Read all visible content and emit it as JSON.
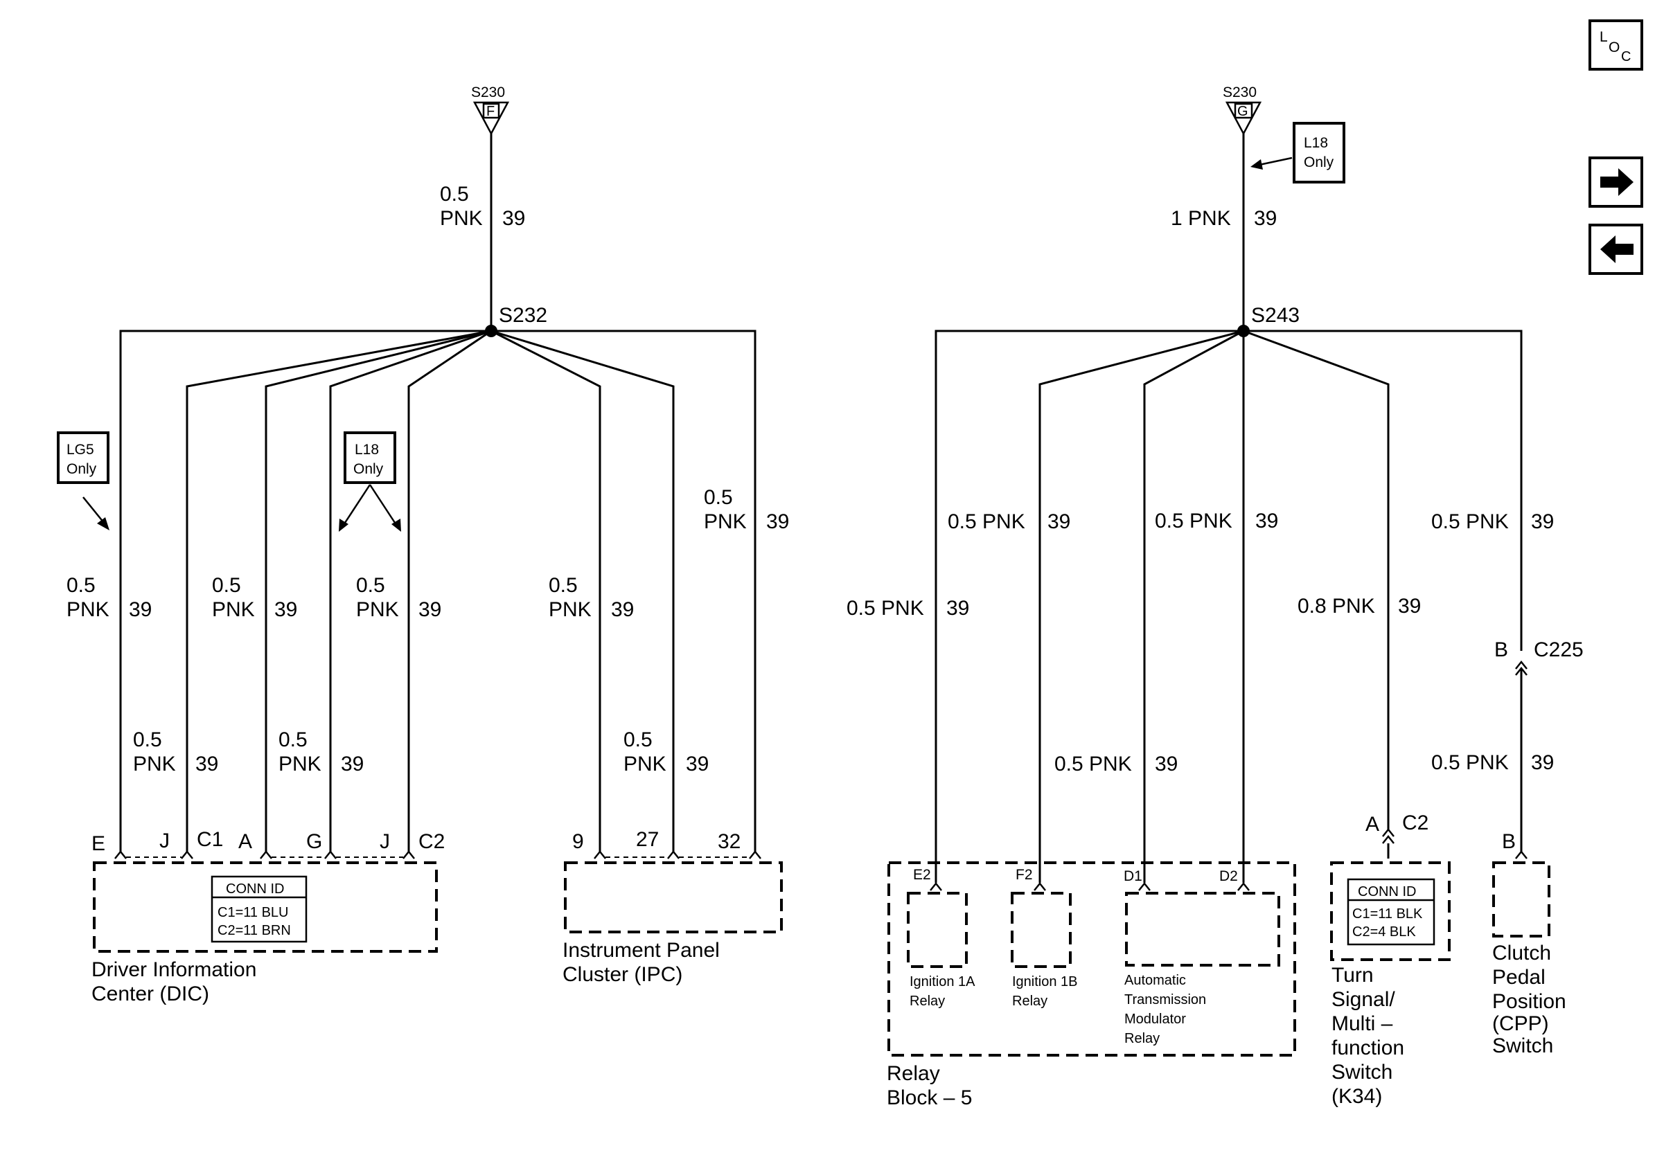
{
  "nav": {
    "loc_top": "L",
    "loc_mid": "O",
    "loc_sub": "C"
  },
  "splices": {
    "s230_left": {
      "label": "S230",
      "pin": "F"
    },
    "s230_right": {
      "label": "S230",
      "pin": "G"
    },
    "s232": "S232",
    "s243": "S243"
  },
  "options": {
    "lg5": {
      "line1": "LG5",
      "line2": "Only"
    },
    "l18_left": {
      "line1": "L18",
      "line2": "Only"
    },
    "l18_right": {
      "line1": "L18",
      "line2": "Only"
    }
  },
  "wire": {
    "gauge_05": "0.5",
    "gauge_05_pnk": "0.5 PNK",
    "gauge_08_pnk": "0.8 PNK",
    "gauge_1_pnk": "1 PNK",
    "color_pnk": "PNK",
    "circuit": "39"
  },
  "pins": {
    "E": "E",
    "J": "J",
    "C1": "C1",
    "A": "A",
    "G": "G",
    "C2": "C2",
    "p9": "9",
    "p27": "27",
    "p32": "32",
    "E2": "E2",
    "F2": "F2",
    "D1": "D1",
    "D2": "D2",
    "B": "B",
    "C225": "C225"
  },
  "components": {
    "dic": {
      "conn_id": "CONN ID",
      "c1": "C1=11 BLU",
      "c2": "C2=11 BRN",
      "name1": "Driver Information",
      "name2": "Center (DIC)"
    },
    "ipc": {
      "name1": "Instrument Panel",
      "name2": "Cluster (IPC)"
    },
    "relay_block": {
      "name1": "Relay",
      "name2": "Block – 5",
      "ign1a_1": "Ignition 1A",
      "ign1a_2": "Relay",
      "ign1b_1": "Ignition 1B",
      "ign1b_2": "Relay",
      "atm_1": "Automatic",
      "atm_2": "Transmission",
      "atm_3": "Modulator",
      "atm_4": "Relay"
    },
    "turn_signal": {
      "conn_id": "CONN ID",
      "c1": "C1=11 BLK",
      "c2": "C2=4 BLK",
      "name1": "Turn",
      "name2": "Signal/",
      "name3": "Multi –",
      "name4": "function",
      "name5": "Switch",
      "name6": "(K34)"
    },
    "cpp": {
      "name1": "Clutch",
      "name2": "Pedal",
      "name3": "Position",
      "name4": "(CPP)",
      "name5": "Switch"
    }
  }
}
